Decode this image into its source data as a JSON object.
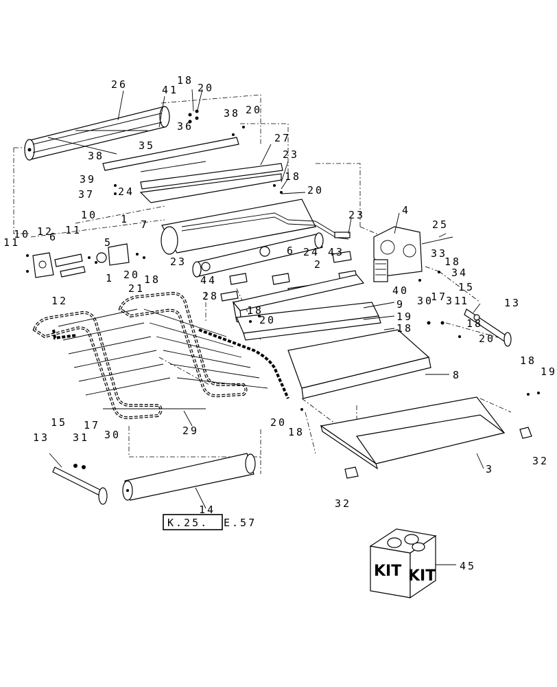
{
  "callouts": [
    {
      "id": "c26",
      "text": "26"
    },
    {
      "id": "c41",
      "text": "41"
    },
    {
      "id": "c18a",
      "text": "18"
    },
    {
      "id": "c20a",
      "text": "20"
    },
    {
      "id": "c38a",
      "text": "38"
    },
    {
      "id": "c20b",
      "text": "20"
    },
    {
      "id": "c36",
      "text": "36"
    },
    {
      "id": "c27",
      "text": "27"
    },
    {
      "id": "c35",
      "text": "35"
    },
    {
      "id": "c38b",
      "text": "38"
    },
    {
      "id": "c23a",
      "text": "23"
    },
    {
      "id": "c18b",
      "text": "18"
    },
    {
      "id": "c39",
      "text": "39"
    },
    {
      "id": "c24a",
      "text": "24"
    },
    {
      "id": "c20c",
      "text": "20"
    },
    {
      "id": "c37",
      "text": "37"
    },
    {
      "id": "c4a",
      "text": "4"
    },
    {
      "id": "c10a",
      "text": "10"
    },
    {
      "id": "c1a",
      "text": "1"
    },
    {
      "id": "c7",
      "text": "7"
    },
    {
      "id": "c25",
      "text": "25"
    },
    {
      "id": "c10b",
      "text": "10"
    },
    {
      "id": "c12a",
      "text": "12"
    },
    {
      "id": "c11a",
      "text": "11"
    },
    {
      "id": "c5",
      "text": "5"
    },
    {
      "id": "c23b",
      "text": "23"
    },
    {
      "id": "c11b",
      "text": "11"
    },
    {
      "id": "c6a",
      "text": "6"
    },
    {
      "id": "c6b",
      "text": "6"
    },
    {
      "id": "c24b",
      "text": "24"
    },
    {
      "id": "c43",
      "text": "43"
    },
    {
      "id": "c33",
      "text": "33"
    },
    {
      "id": "c23c",
      "text": "23"
    },
    {
      "id": "c18c",
      "text": "18"
    },
    {
      "id": "c34",
      "text": "34"
    },
    {
      "id": "c2",
      "text": "2"
    },
    {
      "id": "c20d",
      "text": "20"
    },
    {
      "id": "c1b",
      "text": "1"
    },
    {
      "id": "c18d",
      "text": "18"
    },
    {
      "id": "c44",
      "text": "44"
    },
    {
      "id": "c40",
      "text": "40"
    },
    {
      "id": "c15a",
      "text": "15"
    },
    {
      "id": "c21",
      "text": "21"
    },
    {
      "id": "c12b",
      "text": "12"
    },
    {
      "id": "c28",
      "text": "28"
    },
    {
      "id": "c30a",
      "text": "30"
    },
    {
      "id": "c17a",
      "text": "17"
    },
    {
      "id": "c31a",
      "text": "31"
    },
    {
      "id": "c1c",
      "text": "1"
    },
    {
      "id": "c13a",
      "text": "13"
    },
    {
      "id": "c9",
      "text": "9"
    },
    {
      "id": "c18e",
      "text": "18"
    },
    {
      "id": "c20e",
      "text": "20"
    },
    {
      "id": "c19a",
      "text": "19"
    },
    {
      "id": "c18f",
      "text": "18"
    },
    {
      "id": "c18g",
      "text": "18"
    },
    {
      "id": "c20f",
      "text": "20"
    },
    {
      "id": "c8",
      "text": "8"
    },
    {
      "id": "c18h",
      "text": "18"
    },
    {
      "id": "c19b",
      "text": "19"
    },
    {
      "id": "c29",
      "text": "29"
    },
    {
      "id": "c20g",
      "text": "20"
    },
    {
      "id": "c18i",
      "text": "18"
    },
    {
      "id": "c15b",
      "text": "15"
    },
    {
      "id": "c17b",
      "text": "17"
    },
    {
      "id": "c13b",
      "text": "13"
    },
    {
      "id": "c31b",
      "text": "31"
    },
    {
      "id": "c30b",
      "text": "30"
    },
    {
      "id": "c3",
      "text": "3"
    },
    {
      "id": "c32a",
      "text": "32"
    },
    {
      "id": "c32b",
      "text": "32"
    },
    {
      "id": "c14",
      "text": "14"
    },
    {
      "id": "c45",
      "text": "45"
    }
  ],
  "reference": {
    "boxed": "K.25.",
    "suffix": "E.57"
  },
  "kit": {
    "left_text": "KIT",
    "right_text": "KIT"
  }
}
